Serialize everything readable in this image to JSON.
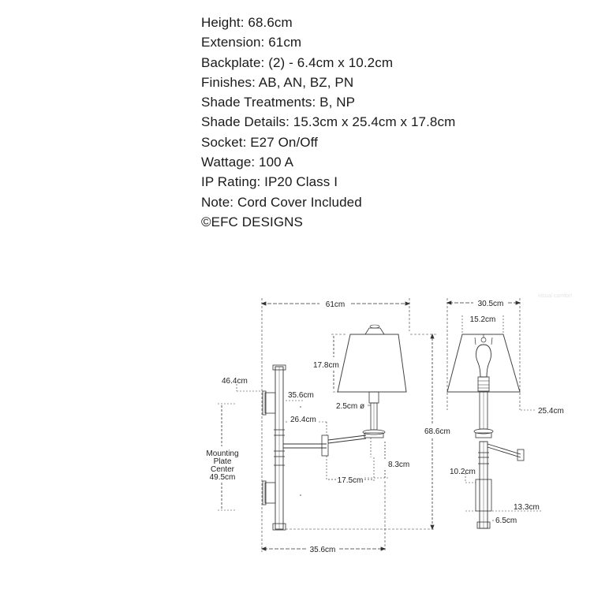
{
  "specs": [
    "Height: 68.6cm",
    "Extension: 61cm",
    "Backplate: (2) - 6.4cm x 10.2cm",
    "Finishes: AB, AN, BZ, PN",
    "Shade Treatments: B, NP",
    "Shade Details: 15.3cm x 25.4cm x 17.8cm",
    "Socket: E27 On/Off",
    "Wattage: 100 A",
    "IP Rating: IP20 Class I",
    "Note: Cord Cover Included",
    "©EFC DESIGNS"
  ],
  "drawing": {
    "watermark": "visual comfort",
    "side": {
      "width_top": "61cm",
      "shade_height": "17.8cm",
      "backplate_upper": "46.4cm",
      "arm_offset": "35.6cm",
      "arm_inner": "26.4cm",
      "column_diameter": "2.5cm ø",
      "overall_height": "68.6cm",
      "mounting_line1": "Mounting",
      "mounting_line2": "Plate",
      "mounting_line3": "Center",
      "mounting_line4": "49.5cm",
      "drop": "8.3cm",
      "arm_length": "17.5cm",
      "width_bottom": "35.6cm"
    },
    "front": {
      "shade_bottom": "30.5cm",
      "shade_top": "15.2cm",
      "shade_right": "25.4cm",
      "plate_height": "10.2cm",
      "plate_offset": "13.3cm",
      "plate_width": "6.5cm"
    }
  }
}
